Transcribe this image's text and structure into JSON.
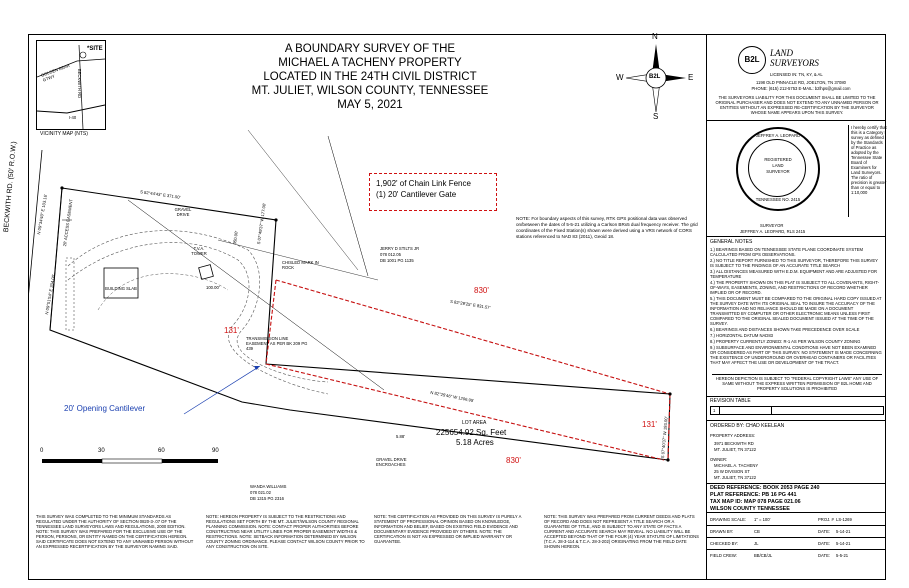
{
  "title": {
    "line1": "A BOUNDARY SURVEY OF THE",
    "line2": "MICHAEL A TACHENY  PROPERTY",
    "line3": "LOCATED IN THE 24TH CIVIL DISTRICT",
    "line4": "MT. JULIET, WILSON COUNTY, TENNESSEE",
    "line5": "MAY 5, 2021"
  },
  "vicinity": {
    "site_label": "*SITE",
    "road1": "GOLDEN BEAR GTWY",
    "road2": "BECKWITH RD",
    "road3": "I-40",
    "caption": "VICINITY MAP (NTS)"
  },
  "compass": {
    "n": "N",
    "s": "S",
    "e": "E",
    "w": "W",
    "center": "B2L"
  },
  "company": {
    "logo": "B2L",
    "name_line1": "LAND",
    "name_line2": "SURVEYORS",
    "licensed": "LICENSED IN: TN, KY, & AL",
    "address": "1198 OLD PINNACLE RD, JOELTON, TN 37080",
    "phone": "PHONE: (615) 212-5753  E-MAIL: b2lhps@gmail.com",
    "liability": "THE SURVEYORS LIABILITY FOR THIS DOCUMENT SHALL BE LIMITED TO THE ORIGINAL PURCHASER AND DOES NOT EXTEND TO ANY UNNAMED PERSON OR ENTITIES WITHOUT AN EXPRESSED RE-CERTIFICATION BY THE SURVEYOR WHOSE NAME APPEARS UPON THIS SURVEY."
  },
  "certify": "I hereby certify that this is a Category I survey as defined by the Standards of Practice as adopted by the Tennessee State Board of Examiners for Land Surveyors. The ratio of precision is greater than or equal to 1:10,000",
  "seal": {
    "top": "JEFFREY A. LEOPARD",
    "mid1": "REGISTERED",
    "mid2": "LAND",
    "mid3": "SURVEYOR",
    "bottom": "TENNESSEE NO. 2415"
  },
  "surveyor": {
    "label": "SURVEYOR",
    "name": "JEFFREY A. LEOPARD, RLS 2415"
  },
  "general_notes": {
    "heading": "GENERAL NOTES",
    "items": [
      "1.) BEARINGS BASED ON TENNESSEE STATE PLANE COORDINATE SYSTEM CALCULATED FROM GPS OBSERVATIONS.",
      "2.) NO TITLE REPORT FURNISHED TO THIS SURVEYOR, THEREFORE THIS SURVEY IS SUBJECT TO THE FINDINGS OF AN ACCURATE TITLE SEARCH",
      "3.) ALL DISTANCES MEASURED WITH E.D.M. EQUIPMENT AND ARE ADJUSTED FOR TEMPERATURE",
      "4.) THE PROPERTY SHOWN ON THIS PLAT IS SUBJECT TO ALL COVENANTS, RIGHT-OF-WAYS, EASEMENTS, ZONING, AND RESTRICTIONS OF RECORD WHETHER IMPLIED OR OF RECORD.",
      "5.) THIS DOCUMENT MUST BE COMPARED TO THE ORIGINAL HARD COPY ISSUED AT THE SURVEY DATE WITH ITS ORIGINAL SEAL TO INSURE THE ACCURACY OF THE INFORMATION AND NO RELIANCE SHOULD BE MADE ON A DOCUMENT TRANSMITTED BY COMPUTER OR OTHER ELECTRONIC MEANS UNLESS FIRST COMPARED TO THE ORIGINAL SEALED DOCUMENT ISSUED AT THE TIME OF THE SURVEY.",
      "6.) BEARINGS AND DISTANCES SHOWN TAKE PRECEDENCE OVER SCALE",
      "7.) HORIZONTAL DATUM NAD83",
      "8.) PROPERTY CURRENTLY ZONED: R-1 AS PER WILSON COUNTY ZONING",
      "9.) SUBSURFACE AND ENVIRONMENTAL CONDITIONS HAVE NOT BEEN EXAMINED OR CONSIDERED AS PART OF THIS SURVEY. NO STATEMENT IS MADE CONCERNING THE EXISTENCE OF UNDERGROUND OR OVERHEAD CONTAINERS OR FACILITIES THAT MAY AFFECT THE USE OR DEVELOPMENT OF THE TRACT."
    ]
  },
  "hereon": "HEREON DEPICTION IS SUBJECT TO \"FEDERAL COPYRIGHT LAWS\" ANY USE OF SAME WITHOUT THE EXPRESS WRITTEN PERMISSION OF B2L HOME AND PROPERTY SOLUTIONS IS PROHIBITED",
  "revision": {
    "heading": "REVISION TABLE",
    "row1_num": "1"
  },
  "ordered_by": "ORDERED BY:  CHAD KEELEAN",
  "property_address": {
    "label": "PROPERTY ADDRESS:",
    "line1": "3971 BECKWITH RD",
    "line2": "MT. JULIET, TN 37122"
  },
  "owner": {
    "label": "OWNER:",
    "line1": "MICHAEL A. TACHENY",
    "line2": "25 W DIVISION ST",
    "line3": "MT. JULIET, TN 37122"
  },
  "deed": {
    "line1": "DEED REFERENCE: BOOK 2053 PAGE 240",
    "line2": "PLAT REFERENCE: PB 16 PG 441",
    "line3": "TAX MAP ID: MAP 078 PAGE 021.06",
    "line4": "WILSON COUNTY TENNESSEE"
  },
  "drawing": {
    "scale_label": "DRAWING SCALE:",
    "scale": "1\" = 100'",
    "proj_label": "PROJ. #",
    "proj": "LS-1269",
    "drawn_label": "DRAWN BY:",
    "drawn": "CB",
    "checked_label": "CHECKED BY:",
    "checked": "JL",
    "crew_label": "FIELD CREW:",
    "crew": "BB/CB/JL",
    "date_label": "DATE:",
    "date1": "5-14-21",
    "date2": "5-14-21",
    "date3": "5-5-21"
  },
  "map": {
    "road": "BECKWITH RD. (50' R.O.W.)",
    "bearing_top": "S 82°44'43\" E   371.50'",
    "bearing_left1": "N 09°34'40\" E   103.16'",
    "bearing_left2": "N 09°51'54\" E   204.00'",
    "access": "20' ACCESS EASEMENT",
    "gravel_drive": "GRAVEL DRIVE",
    "tower": "T.V.A. TOWER",
    "building": "BUILDING SLAB",
    "chiseled": "CHISLED MARK IN ROCK",
    "transmission": "TRANSMISSION LINE EASEMENT AS PER BK 209 PG 439",
    "stilts": {
      "line1": "JERRY D STILTS JR",
      "line2": "078 012.05",
      "line3": "DB 1001 PG 1135"
    },
    "williams": {
      "line1": "WANDA WILLIAMS",
      "line2": "078 021.02",
      "line3": "DB 1315 PG 2316"
    },
    "lot_area": "LOT AREA",
    "sqft": "225654.92  Sq.  Feet",
    "acres": "5.18  Acres",
    "bearing_mid": "S 82°29'25\" E   831.57'",
    "bearing_bot": "N 82°25'46\" W   1206.95'",
    "bearing_right": "S 07°40'37\" W   193.00'",
    "gravel_enc": "GRAVEL DRIVE ENCROACHES",
    "dist_588": "5.88'",
    "dist_350": "350.00'",
    "dist_177": "S 07°49'37\" W  177.00'",
    "dist_100": "100.00'",
    "fence_top": "830'",
    "fence_bot": "830'",
    "fence_131a": "131'",
    "fence_131b": "131'",
    "cantilever": "20' Opening Cantilever",
    "redbox1": "1,902' of Chain Link Fence",
    "redbox2": "(1) 20' Cantilever Gate",
    "gps_note": "NOTE: For boundary aspects of this survey, RTK GPS positional data was observed on/between the dates of 5-5-21 utilizing a Carlson BRx5 dual frequency receiver.  The grid coordinates of the Fixed Station(s) shown were derived using a VRS network of CORS stations referenced to NAD 83 (2011), Geoid 18."
  },
  "scale_bar": {
    "t0": "0",
    "t30": "30",
    "t60": "60",
    "t90": "90"
  },
  "bottom_notes": [
    "THIS SURVEY WAS COMPLETED TO THE MINIMUM STANDARDS AS REGULATED UNDER THE AUTHORITY OF SECTION 0820-3-.07 OF THE TENNESSEE LAND SURVEYORS LAWS AND REGULATIONS, 2000 EDITION.  NOTE: THIS SURVEY WAS PREPARED FOR THE EXCLUSIVE USE OF THE PERSON, PERSONS, OR ENTITY NAMED ON THE CERTIFICATION HEREON. SAID CERTIFICATE DOES NOT EXTEND TO ANY UNNAMED PERSON WITHOUT AN EXPRESSED RECERTIFICATION BY THE SURVEYOR NAMING SAID.",
    "NOTE: HEREON PROPERTY IS SUBJECT TO THE RESTRICTIONS AND REGULATIONS SET FORTH BY THE MT. JULIET/WILSON COUNTY REGIONAL PLANNING COMMISSION.  NOTE: CONTACT PROPER AUTHORITIES BEFORE CONSTRUCTING NEAR UTILITY LINES FOR PROPER EASEMENT WIDTHS & RESTRICTIONS.  NOTE: SETBACK INFORMATION DETERMINED BY WILSON COUNTY ZONING ORDINANCE.  PLEASE CONTACT WILSON COUNTY PRIOR TO ANY CONSTRUCTION ON SITE.",
    "NOTE: THE CERTIFICATION AS PROVIDED ON THIS SURVEY IS PURELY A STATEMENT OF PROFESSIONAL OPINION BASED ON KNOWLEDGE, INFORMATION AND BELIEF, BASED ON EXISTING FIELD EVIDENCE AND DOCUMENTARY EVIDENCE PROVIDED BY OTHERS.  NOTE: THE CERTIFICATION IS NOT AN EXPRESSED OR IMPLIED WARRANTY OR GUARANTEE.",
    "NOTE: THIS SURVEY WAS PREPARED FROM CURRENT DEEDS AND PLATS OF RECORD AND DOES NOT REPRESENT A TITLE SEARCH OR A GUARANTEE OF TITLE, AND IS SUBJECT TO ANY STATE OF FACTS A CURRENT AND ACCURATE SEARCH MAY REVEAL.  NO LIABILITY WILL BE ACCEPTED BEYOND THAT OF THE FOUR (4) YEAR STATUTE OF LIMITATIONS (T.C.A. 28-3-114 & T.C.A. 28-3-202) ORIGINATING FROM THE FIELD DATE SHOWN HEREON."
  ]
}
